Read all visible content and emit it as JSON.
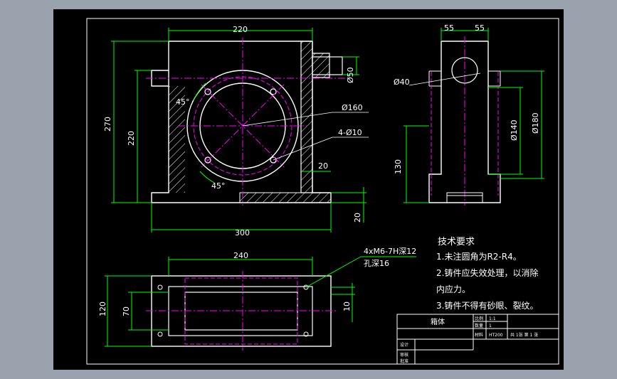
{
  "colors": {
    "background": "#9aa3ad",
    "sheet": "#000000",
    "outline": "#ffffff",
    "dimension": "#00ff00",
    "centerline": "#ff00ff",
    "hatch": "#ffffff",
    "hidden": "#ff00ff"
  },
  "front_view": {
    "width_top": "220",
    "height_total": "270",
    "height_inner": "220",
    "boss_dia": "Ø50",
    "bore_dia": "Ø160",
    "holes": "4-Ø10",
    "wall": "20",
    "base": "20",
    "width_base": "300",
    "angle_top": "45°",
    "angle_bottom": "45°"
  },
  "side_view": {
    "left_w": "55",
    "right_w": "55",
    "small_dia": "Ø40",
    "dia_140": "Ø140",
    "dia_180": "Ø180",
    "center_h": "130"
  },
  "top_view": {
    "length": "240",
    "width": "120",
    "inner_width": "70",
    "offset": "10",
    "thread_note_1": "4xM6-7H深12",
    "thread_note_2": "孔深16"
  },
  "tech_req": {
    "title": "技术要求",
    "items": [
      "1.未注圆角为R2-R4。",
      "2.铸件应失效处理，以消除",
      "内应力。",
      "3.铸件不得有砂眼、裂纹。"
    ]
  },
  "title_block": {
    "part_name": "箱体",
    "scale_label": "比例",
    "scale_value": "1:1",
    "qty_label": "数量",
    "qty_value": "1",
    "material_label": "材料",
    "material_value": "HT200",
    "sheet_info": "共 1张  第 1 张",
    "designer": "设计",
    "checker": "审核",
    "approver": "批准"
  }
}
